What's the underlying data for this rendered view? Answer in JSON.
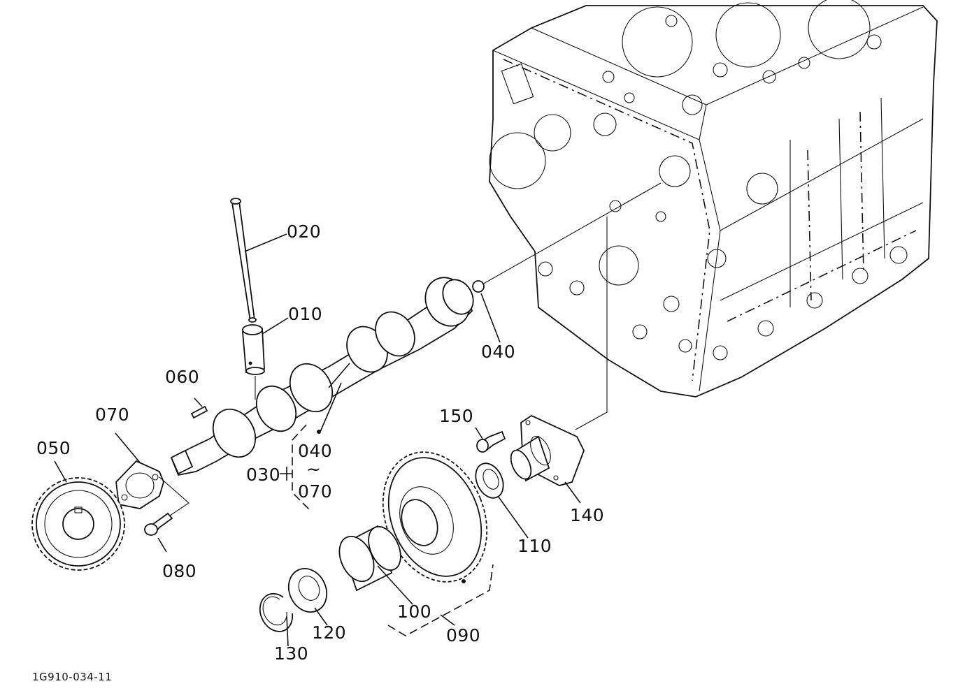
{
  "labels": {
    "p010": "010",
    "p020": "020",
    "p030": "030",
    "p040": "040",
    "p040b": "040",
    "p050": "050",
    "p060": "060",
    "p070": "070",
    "p070b": "070",
    "p080": "080",
    "p090": "090",
    "p100": "100",
    "p110": "110",
    "p120": "120",
    "p130": "130",
    "p140": "140",
    "p150": "150",
    "range_sep": "~"
  },
  "footer": {
    "code": "1G910-034-11"
  }
}
